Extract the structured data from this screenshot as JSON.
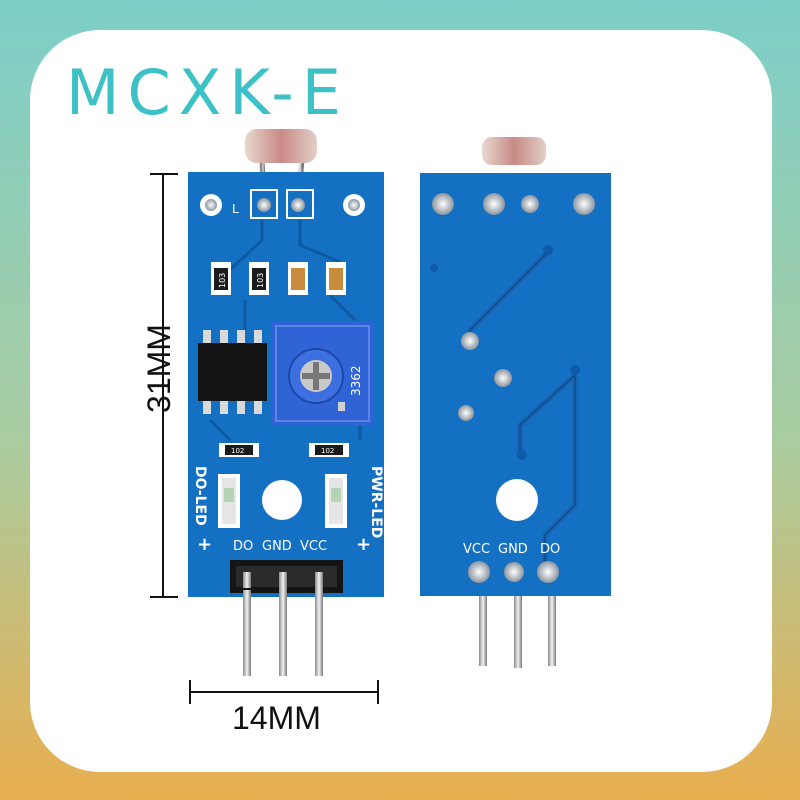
{
  "brand": {
    "text": "MCXK-E"
  },
  "dimensions": {
    "height_label": "31MM",
    "width_label": "14MM"
  },
  "front_board": {
    "do_led_label": "DO-LED",
    "pwr_led_label": "PWR-LED",
    "plus_sign": "+",
    "pin_labels": [
      "DO",
      "GND",
      "VCC"
    ],
    "pot_marking": "3362",
    "resistor_markings": [
      "103",
      "103",
      "102",
      "102"
    ]
  },
  "back_board": {
    "pin_labels": [
      "VCC",
      "GND",
      "DO"
    ]
  },
  "colors": {
    "pcb_blue": "#1470c2",
    "brand_teal": "#3cc2c6",
    "pot_blue": "#2f63d6"
  }
}
